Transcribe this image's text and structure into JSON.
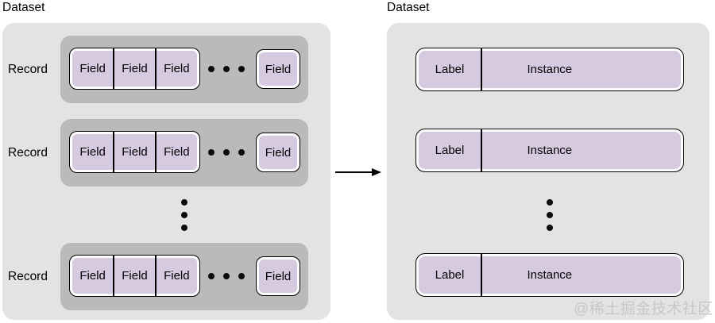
{
  "left_panel": {
    "title": "Dataset",
    "record_label": "Record",
    "field_label": "Field",
    "record_rows_shown": 3,
    "field_cells_per_record_shown": 4
  },
  "right_panel": {
    "title": "Dataset",
    "label_cell": "Label",
    "instance_cell": "Instance",
    "rows_shown": 3
  },
  "icons": {
    "horizontal_ellipsis": "• • •",
    "vertical_ellipsis": "⋮",
    "transform_arrow": "→"
  },
  "watermark": "@稀土掘金技术社区",
  "colors": {
    "page_background": "#ffffff",
    "panel_gray": "#e3e3e3",
    "record_gray": "#bababa",
    "cell_lavender": "#d6cae1",
    "border_black": "#000000",
    "watermark_gray": "#c7c7c7"
  }
}
